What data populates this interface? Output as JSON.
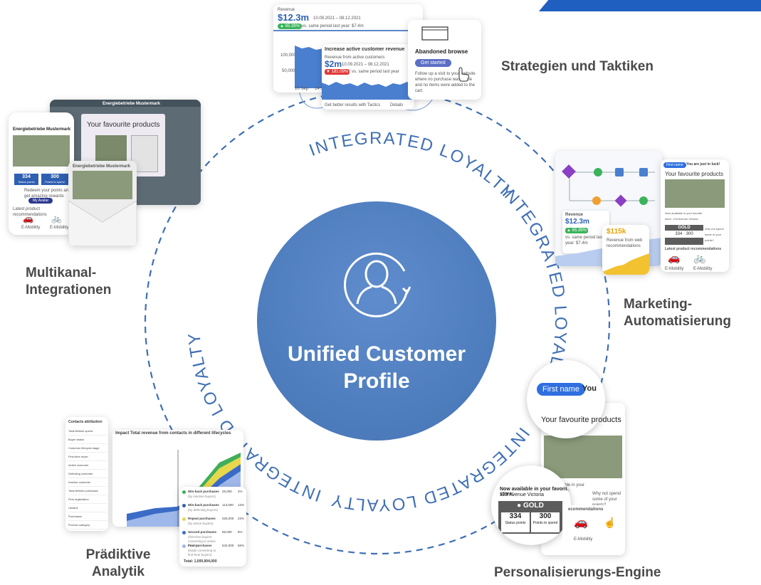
{
  "center": {
    "title_line1": "Unified Customer",
    "title_line2": "Profile",
    "icon": "user-refresh-icon"
  },
  "ring_text": "INTEGRATED LOYALTY",
  "labels": {
    "strategies": "Strategien und Taktiken",
    "multichannel_1": "Multikanal-",
    "multichannel_2": "Integrationen",
    "marketing_1": "Marketing-",
    "marketing_2": "Automatisierung",
    "predictive_1": "Prädiktive",
    "predictive_2": "Analytik",
    "personalization": "Personalisierungs-Engine"
  },
  "revenue_card": {
    "title": "Revenue",
    "value": "$12.3m",
    "date": "10.09.2021 – 08.12.2021",
    "change": "▲ 65.39%",
    "compare": "vs. same period last year: $7.4m",
    "y_ticks": [
      "100,000",
      "50,000"
    ],
    "x_ticks": [
      "10 Sep",
      "14 Sep"
    ]
  },
  "active_revenue_card": {
    "title": "Increase active customer revenue",
    "subtitle": "Revenue from active customers",
    "value": "$2m",
    "date": "10.09.2021 – 08.12.2021",
    "change": "▼ 181.09%",
    "compare": "vs. same period last year",
    "footer_left": "Get better results with Tactics",
    "footer_right": "Details"
  },
  "abandoned_card": {
    "title": "Abandoned browse",
    "button": "Get started",
    "body": "Follow up a visit to your website where no purchase was made and no items were added to the cart."
  },
  "multichannel": {
    "brand": "Energiebetriebe Mustermark",
    "banner": "Your favourite products",
    "status_points": "334",
    "status_label": "Status points",
    "spend_points": "300",
    "spend_label": "Points to spend",
    "redeem_text": "Redeem your points and get amazing rewards",
    "my_avatar": "My Avatar",
    "latest": "Latest product recommendations",
    "rec1": "E-Mobility",
    "rec2": "E-Mobility"
  },
  "marketing": {
    "first_name": "First name",
    "you_text": "You are just in luck!",
    "banner": "Your favourite products",
    "revenue_title": "Revenue",
    "revenue_value": "$12.3m",
    "revenue_change": "▲ 65.39%",
    "revenue_compare": "vs. same period last year: $7.4m",
    "web_rec_value": "$115k",
    "web_rec_label": "Revenue from web recommendations",
    "store_text": "Now available in your favorite store: 123 Avenue Victoria",
    "gold": "GOLD",
    "p1": "334",
    "p2": "300",
    "question": "Why not spend some of your points?",
    "latest": "Latest product recommendations",
    "rec1": "E-Mobility",
    "rec2": "E-Mobility"
  },
  "personalization": {
    "first_name": "First name",
    "you": "You",
    "banner": "Your favourite products",
    "store_label": "Now available in your favorite store:",
    "store_address": "123 Avenue Victoria",
    "gold": "GOLD",
    "p1": "334",
    "p1_label": "Status points",
    "p2": "300",
    "p2_label": "Points to spend",
    "question": "Why not spend some of your points?",
    "recommendations": "ecommendations",
    "rec": "E-Mobility"
  },
  "predictive": {
    "sidebar_title": "Contacts attribution",
    "sidebar_items": [
      "Total lifetime spend",
      "Buyer status",
      "Customer lifecycle stage",
      "First-time buyer",
      "Active customer",
      "Defecting customer",
      "Inactive customer",
      "Total lifetime purchases",
      "First registration",
      "Ukraine",
      "Purchases",
      "Product category"
    ],
    "chart_title_a": "Impact",
    "chart_title_b": "Total revenue from contacts in different lifecycles",
    "legend": [
      {
        "name": "Win-back purchases",
        "sub": "(by inactive buyers)",
        "value": "26,000",
        "pct": "2%",
        "color": "#3fae5a"
      },
      {
        "name": "Win-back purchases",
        "sub": "(by defecting buyers)",
        "value": "114,000",
        "pct": "12%",
        "color": "#2f5fb0"
      },
      {
        "name": "Repeat purchases",
        "sub": "(by active buyers)",
        "value": "225,000",
        "pct": "22%",
        "color": "#e6d84a"
      },
      {
        "name": "Second purchases",
        "sub": "(first-time buyers converting to active buyers)",
        "value": "65,000",
        "pct": "8%",
        "color": "#3b6bc7"
      },
      {
        "name": "First purchases",
        "sub": "(leads converting to first-time buyers)",
        "value": "542,000",
        "pct": "56%",
        "color": "#9fb8ea"
      }
    ],
    "total": "Total: 1,000,904,000"
  }
}
